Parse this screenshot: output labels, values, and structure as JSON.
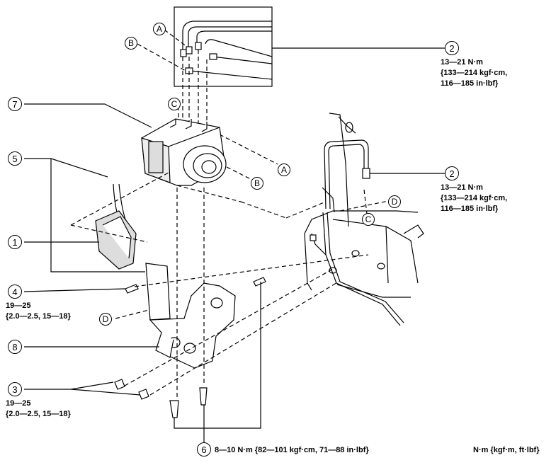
{
  "callouts": {
    "n1": "1",
    "n2a": "2",
    "n2b": "2",
    "n3": "3",
    "n4": "4",
    "n5": "5",
    "n6": "6",
    "n7": "7",
    "n8": "8"
  },
  "letters": {
    "a_top": "A",
    "b_top": "B",
    "c_top": "C",
    "a_mid": "A",
    "b_mid": "B",
    "c_right": "C",
    "d_right": "D",
    "d_left": "D"
  },
  "torque": {
    "pipe_top": [
      "13—21 N·m",
      "{133—214 kgf·cm,",
      "116—185 in·lbf}"
    ],
    "pipe_right": [
      "13—21 N·m",
      "{133—214 kgf·cm,",
      "116—185 in·lbf}"
    ],
    "bolt_4": [
      "19—25",
      "{2.0—2.5, 15—18}"
    ],
    "nut_3": [
      "19—25",
      "{2.0—2.5, 15—18}"
    ],
    "stud_6": "8—10 N·m {82—101 kgf·cm, 71—88 in·lbf}",
    "units": "N·m {kgf·m, ft·lbf}"
  }
}
